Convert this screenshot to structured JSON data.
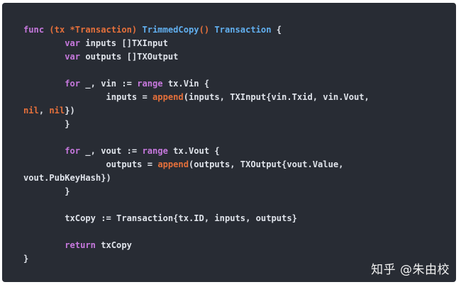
{
  "code": {
    "lines": [
      [
        {
          "t": "kw",
          "v": "func"
        },
        {
          "t": "tx",
          "v": " "
        },
        {
          "t": "pm",
          "v": "(tx *Transaction)"
        },
        {
          "t": "tx",
          "v": " "
        },
        {
          "t": "fn",
          "v": "TrimmedCopy"
        },
        {
          "t": "pm",
          "v": "()"
        },
        {
          "t": "tx",
          "v": " "
        },
        {
          "t": "ty",
          "v": "Transaction"
        },
        {
          "t": "tx",
          "v": " {"
        }
      ],
      [
        {
          "t": "tx",
          "v": "        "
        },
        {
          "t": "kw",
          "v": "var"
        },
        {
          "t": "tx",
          "v": " inputs []TXInput"
        }
      ],
      [
        {
          "t": "tx",
          "v": "        "
        },
        {
          "t": "kw",
          "v": "var"
        },
        {
          "t": "tx",
          "v": " outputs []TXOutput"
        }
      ],
      [],
      [
        {
          "t": "tx",
          "v": "        "
        },
        {
          "t": "kw",
          "v": "for"
        },
        {
          "t": "tx",
          "v": " _, vin := "
        },
        {
          "t": "kw",
          "v": "range"
        },
        {
          "t": "tx",
          "v": " tx.Vin {"
        }
      ],
      [
        {
          "t": "tx",
          "v": "                inputs = "
        },
        {
          "t": "bi",
          "v": "append"
        },
        {
          "t": "tx",
          "v": "(inputs, TXInput{vin.Txid, vin.Vout,"
        }
      ],
      [
        {
          "t": "bi",
          "v": "nil"
        },
        {
          "t": "tx",
          "v": ", "
        },
        {
          "t": "bi",
          "v": "nil"
        },
        {
          "t": "tx",
          "v": "})"
        }
      ],
      [
        {
          "t": "tx",
          "v": "        }"
        }
      ],
      [],
      [
        {
          "t": "tx",
          "v": "        "
        },
        {
          "t": "kw",
          "v": "for"
        },
        {
          "t": "tx",
          "v": " _, vout := "
        },
        {
          "t": "kw",
          "v": "range"
        },
        {
          "t": "tx",
          "v": " tx.Vout {"
        }
      ],
      [
        {
          "t": "tx",
          "v": "                outputs = "
        },
        {
          "t": "bi",
          "v": "append"
        },
        {
          "t": "tx",
          "v": "(outputs, TXOutput{vout.Value,"
        }
      ],
      [
        {
          "t": "tx",
          "v": "vout.PubKeyHash})"
        }
      ],
      [
        {
          "t": "tx",
          "v": "        }"
        }
      ],
      [],
      [
        {
          "t": "tx",
          "v": "        txCopy := Transaction{tx.ID, inputs, outputs}"
        }
      ],
      [],
      [
        {
          "t": "tx",
          "v": "        "
        },
        {
          "t": "kw",
          "v": "return"
        },
        {
          "t": "tx",
          "v": " txCopy"
        }
      ],
      [
        {
          "t": "tx",
          "v": "}"
        }
      ]
    ]
  },
  "watermark": {
    "text": "知乎 @朱由校"
  }
}
